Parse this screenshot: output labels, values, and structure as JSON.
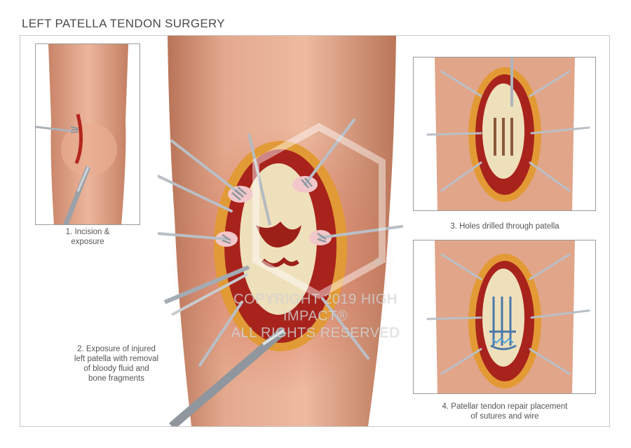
{
  "title": "LEFT PATELLA TENDON SURGERY",
  "captions": {
    "c1": [
      "1. Incision &",
      "exposure"
    ],
    "c2": [
      "2. Exposure of injured",
      "left patella with removal",
      "of bloody fluid and",
      "bone fragments"
    ],
    "c3": [
      "3. Holes drilled through patella"
    ],
    "c4": [
      "4. Patellar tendon repair placement",
      "of sutures and wire"
    ]
  },
  "watermark": {
    "line1": "COPYRIGHT 2019 HIGH IMPACT®",
    "line2": "ALL RIGHTS RESERVED",
    "registered": "®"
  },
  "colors": {
    "skin": "#e2a68a",
    "blood": "#b3261e",
    "bone": "#efe0bc",
    "fat": "#e8a23a",
    "steel": "#b9bfc6"
  }
}
